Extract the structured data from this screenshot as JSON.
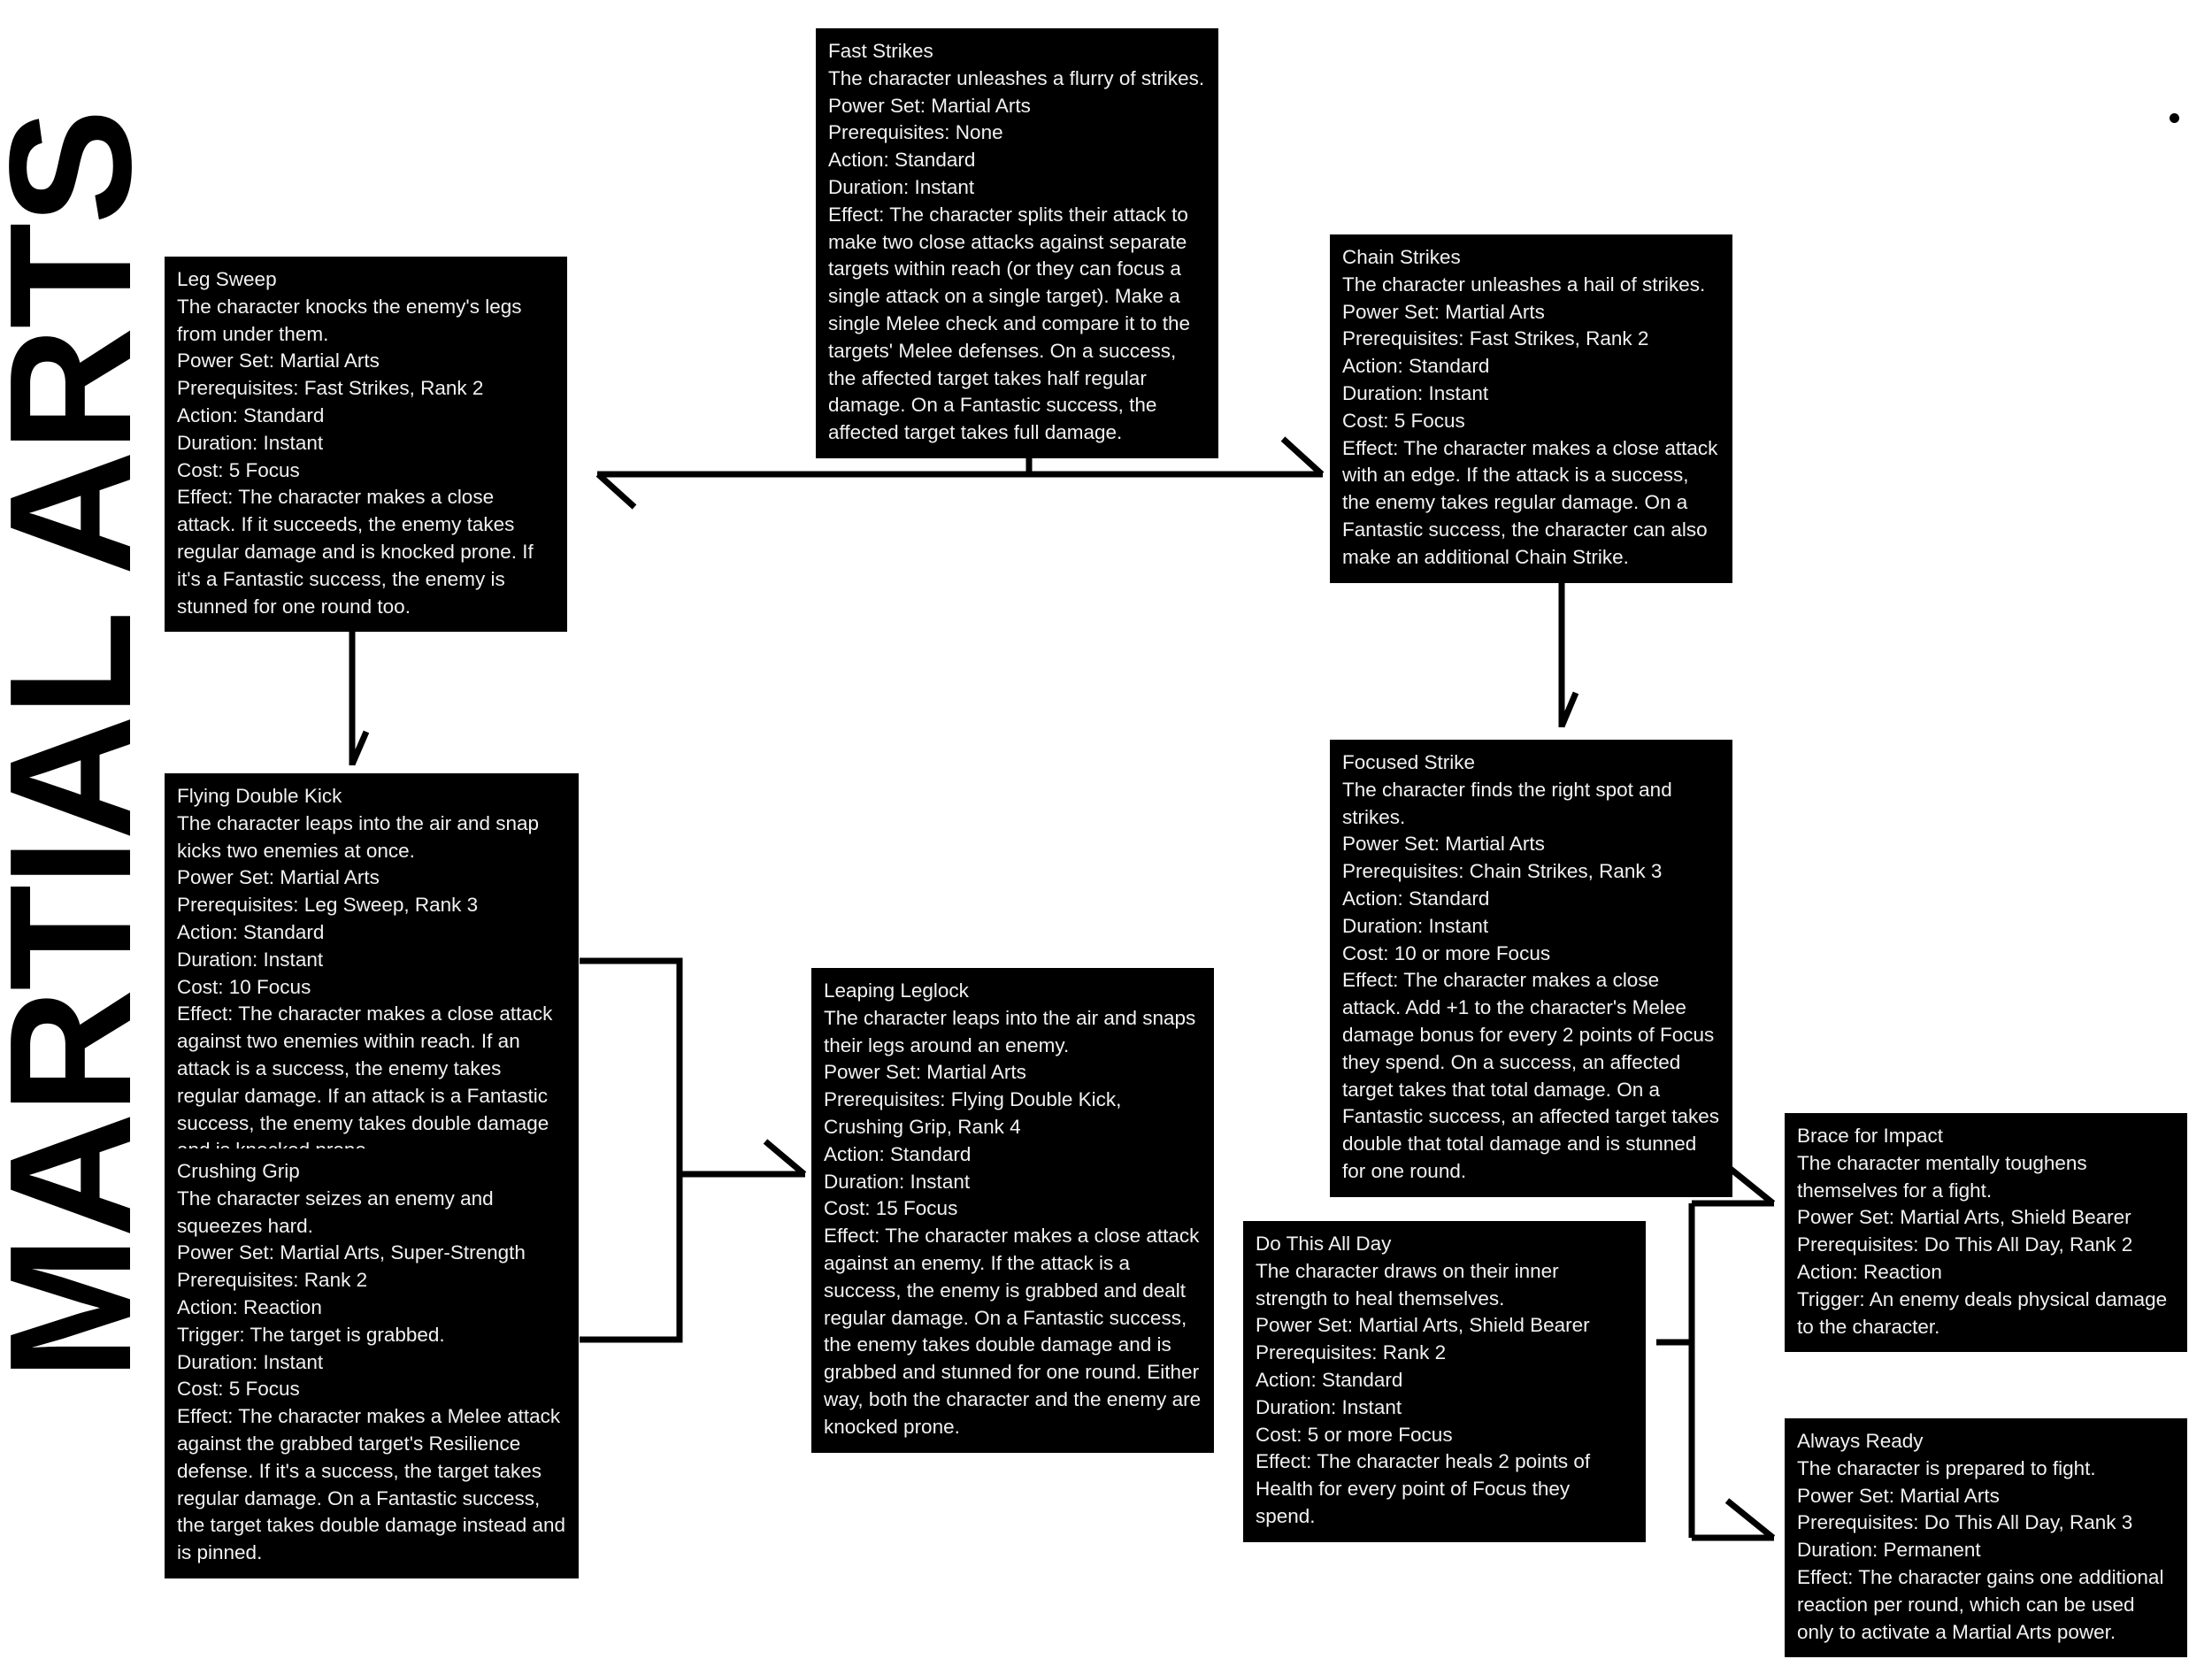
{
  "page": {
    "title": "MARTIAL ARTS",
    "background_color": "#ffffff",
    "card_background_color": "#000000",
    "card_text_color": "#f2f2f2",
    "connector_color": "#000000"
  },
  "cards": {
    "fast_strikes": {
      "title": "Fast Strikes",
      "description": "The character unleashes a flurry of strikes.",
      "power_set": "Power Set: Martial Arts",
      "prerequisites": "Prerequisites: None",
      "action": "Action: Standard",
      "duration": "Duration: Instant",
      "effect": "Effect: The character splits their attack to make two close attacks against separate targets within reach (or they can focus a single attack on a single target). Make a single Melee check and compare it to the targets' Melee defenses. On a success, the affected target takes half regular damage. On a Fantastic success, the affected target takes full damage."
    },
    "leg_sweep": {
      "title": "Leg Sweep",
      "description": "The character knocks the enemy's legs from under them.",
      "power_set": "Power Set: Martial Arts",
      "prerequisites": "Prerequisites: Fast Strikes, Rank 2",
      "action": "Action: Standard",
      "duration": "Duration: Instant",
      "cost": "Cost: 5 Focus",
      "effect": "Effect: The character makes a close attack. If it succeeds, the enemy takes regular damage and is knocked prone.  If it's a Fantastic success, the enemy is stunned for one round too."
    },
    "chain_strikes": {
      "title": "Chain Strikes",
      "description": "The character unleashes a hail of strikes.",
      "power_set": "Power Set: Martial Arts",
      "prerequisites": "Prerequisites: Fast Strikes, Rank 2",
      "action": "Action: Standard",
      "duration": "Duration: Instant",
      "cost": "Cost: 5 Focus",
      "effect": "Effect: The character makes a close attack with an edge. If the attack is a success, the enemy takes regular damage.  On a Fantastic success, the character can also make an additional Chain Strike."
    },
    "flying_double_kick": {
      "title": "Flying Double Kick",
      "description": "The character leaps into the air and snap kicks two enemies at once.",
      "power_set": "Power Set: Martial Arts",
      "prerequisites": "Prerequisites: Leg Sweep, Rank 3",
      "action": "Action: Standard",
      "duration": "Duration: Instant",
      "cost": "Cost: 10 Focus",
      "effect": "Effect: The character makes a close attack against two enemies within reach. If an attack is a success, the enemy takes regular damage. If an attack is a Fantastic success, the enemy takes double damage and is knocked prone."
    },
    "crushing_grip": {
      "title": "Crushing Grip",
      "description": "The character seizes an enemy and squeezes hard.",
      "power_set": "Power Set: Martial Arts, Super-Strength",
      "prerequisites": "Prerequisites: Rank 2",
      "action": "Action: Reaction",
      "trigger": "Trigger: The target is grabbed.",
      "duration": "Duration: Instant",
      "cost": "Cost: 5 Focus",
      "effect": "Effect: The character makes a Melee attack against the grabbed target's Resilience defense. If it's a success, the target takes regular damage. On a Fantastic success, the target takes double damage instead and is pinned."
    },
    "leaping_leglock": {
      "title": "Leaping Leglock",
      "description": "The character leaps into the air and snaps their legs around an enemy.",
      "power_set": "Power Set: Martial Arts",
      "prerequisites": "Prerequisites: Flying Double Kick, Crushing Grip, Rank 4",
      "action": "Action: Standard",
      "duration": "Duration: Instant",
      "cost": "Cost: 15 Focus",
      "effect": "Effect: The character makes a close attack against an enemy. If the attack is a success, the enemy is grabbed and dealt regular damage. On a Fantastic success, the enemy takes double damage and is grabbed and stunned for one round. Either way, both the character and the enemy are knocked prone."
    },
    "focused_strike": {
      "title": "Focused Strike",
      "description": "The character finds the right spot and strikes.",
      "power_set": "Power Set: Martial Arts",
      "prerequisites": "Prerequisites: Chain Strikes, Rank 3",
      "action": "Action: Standard",
      "duration": "Duration: Instant",
      "cost": "Cost: 10 or more Focus",
      "effect": "Effect: The character makes a close attack. Add +1 to the character's Melee damage bonus for every 2 points of Focus they spend. On a success, an affected target takes that total damage. On a Fantastic success, an affected target takes double that total damage and is stunned for one round."
    },
    "do_this_all_day": {
      "title": "Do This All Day",
      "description": "The character draws on their inner strength to heal themselves.",
      "power_set": "Power Set: Martial Arts, Shield Bearer",
      "prerequisites": "Prerequisites: Rank 2",
      "action": "Action: Standard",
      "duration": "Duration: Instant",
      "cost": "Cost: 5 or more Focus",
      "effect": "Effect: The character heals 2 points of Health for every point of Focus they spend."
    },
    "brace_for_impact": {
      "title": "Brace for Impact",
      "description": "The character mentally toughens themselves for a fight.",
      "power_set": "Power Set: Martial Arts, Shield Bearer",
      "prerequisites": "Prerequisites: Do This All Day, Rank 2",
      "action": "Action: Reaction",
      "trigger": "Trigger: An enemy deals physical damage to the character."
    },
    "always_ready": {
      "title": "Always Ready",
      "description": "The character is prepared to fight.",
      "power_set": "Power Set: Martial Arts",
      "prerequisites": "Prerequisites: Do This All Day, Rank 3",
      "duration": "Duration: Permanent",
      "effect": "Effect: The character gains one additional reaction per round, which can be used only to activate a Martial Arts power."
    }
  },
  "connections": [
    {
      "from": "fast_strikes",
      "to": "leg_sweep"
    },
    {
      "from": "fast_strikes",
      "to": "chain_strikes"
    },
    {
      "from": "leg_sweep",
      "to": "flying_double_kick"
    },
    {
      "from": "chain_strikes",
      "to": "focused_strike"
    },
    {
      "from": "flying_double_kick",
      "to": "leaping_leglock"
    },
    {
      "from": "crushing_grip",
      "to": "leaping_leglock"
    },
    {
      "from": "do_this_all_day",
      "to": "brace_for_impact"
    },
    {
      "from": "do_this_all_day",
      "to": "always_ready"
    }
  ]
}
